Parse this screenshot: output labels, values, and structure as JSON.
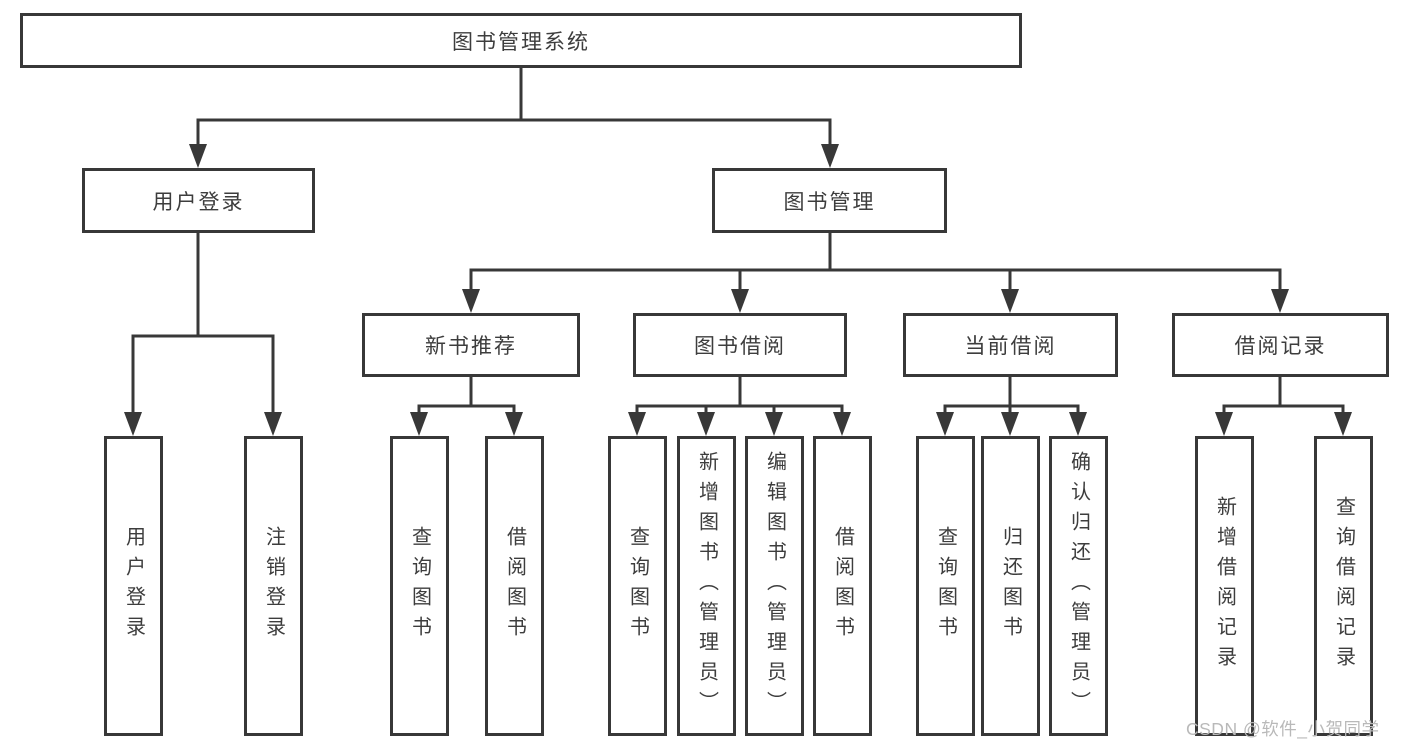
{
  "diagram": {
    "root": "图书管理系统",
    "level2": [
      "用户登录",
      "图书管理"
    ],
    "level3": [
      "新书推荐",
      "图书借阅",
      "当前借阅",
      "借阅记录"
    ],
    "leaves": [
      "用户登录",
      "注销登录",
      "查询图书",
      "借阅图书",
      "查询图书",
      "新增图书（管理员）",
      "编辑图书（管理员）",
      "借阅图书",
      "查询图书",
      "归还图书",
      "确认归还（管理员）",
      "新增借阅记录",
      "查询借阅记录"
    ]
  },
  "watermark": "CSDN @软件_小贺同学",
  "colors": {
    "line": "#383838",
    "text": "#3d3d3d",
    "watermark": "#b9b9b9",
    "background": "#ffffff"
  }
}
